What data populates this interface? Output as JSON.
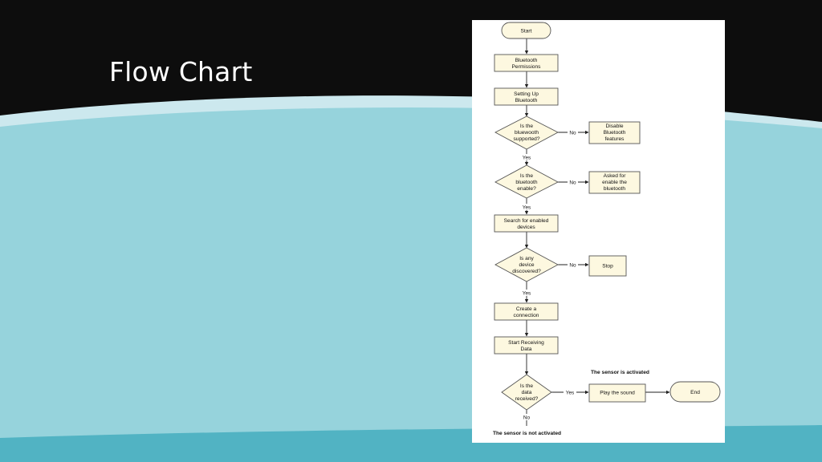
{
  "slide": {
    "title": "Flow Chart",
    "colors": {
      "top_band": "#0d0d0d",
      "light_band": "#cce8ee",
      "body": "#96d3dc",
      "bottom_band": "#51b3c3",
      "node_fill": "#fdf8e0",
      "node_stroke": "#555555"
    }
  },
  "flowchart": {
    "start": "Start",
    "bt_permissions": [
      "Bluetooth",
      "Permissions"
    ],
    "setting_up": [
      "Setting Up",
      "Bluetooth"
    ],
    "q_supported": [
      "Is the",
      "bluewooth",
      "supported?"
    ],
    "disable": [
      "Disable",
      "Bluetooth",
      "features"
    ],
    "q_enable": [
      "Is the",
      "bluetooth",
      "enable?"
    ],
    "ask_enable": [
      "Asked for",
      "enable the",
      "bluetooth"
    ],
    "search": [
      "Search for enabled",
      "devices"
    ],
    "q_discovered": [
      "Is any",
      "device",
      "discovered?"
    ],
    "stop": "Stop",
    "create_conn": [
      "Create a",
      "connection"
    ],
    "start_receiving": [
      "Start Receiving",
      "Data"
    ],
    "q_received": [
      "Is the",
      "data",
      "received?"
    ],
    "play_sound": "Play the sound",
    "end": "End",
    "label_no": "No",
    "label_yes": "Yes",
    "note_activated": "The sensor is activated",
    "note_not_activated": "The sensor is not activated"
  }
}
